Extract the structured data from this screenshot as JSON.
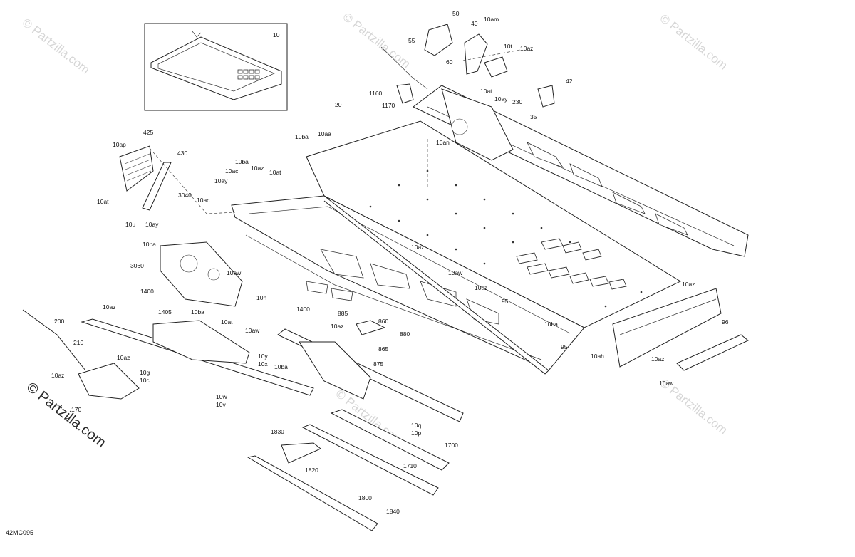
{
  "diagram": {
    "figure_code": "42MC095",
    "watermark_text": "© Partzilla.com",
    "watermark_text_large": "© Partzilla.com",
    "inset_label": "10",
    "callouts": [
      {
        "id": "c50",
        "text": "50"
      },
      {
        "id": "c10am",
        "text": "10am"
      },
      {
        "id": "c55",
        "text": "55"
      },
      {
        "id": "c40",
        "text": "40"
      },
      {
        "id": "c10t",
        "text": "10t"
      },
      {
        "id": "c10az_a",
        "text": "10az"
      },
      {
        "id": "c60",
        "text": "60"
      },
      {
        "id": "c42",
        "text": "42"
      },
      {
        "id": "c1160",
        "text": "1160"
      },
      {
        "id": "c10at_a",
        "text": "10at"
      },
      {
        "id": "c230",
        "text": "230"
      },
      {
        "id": "c10ay_a",
        "text": "10ay"
      },
      {
        "id": "c1170",
        "text": "1170"
      },
      {
        "id": "c35",
        "text": "35"
      },
      {
        "id": "c20",
        "text": "20"
      },
      {
        "id": "c10ba_a",
        "text": "10ba"
      },
      {
        "id": "c10aa",
        "text": "10aa"
      },
      {
        "id": "c10an",
        "text": "10an"
      },
      {
        "id": "c425",
        "text": "425"
      },
      {
        "id": "c10ap",
        "text": "10ap"
      },
      {
        "id": "c430",
        "text": "430"
      },
      {
        "id": "c10ba_b",
        "text": "10ba"
      },
      {
        "id": "c10ac_a",
        "text": "10ac"
      },
      {
        "id": "c10az_b",
        "text": "10az"
      },
      {
        "id": "c10at_b",
        "text": "10at"
      },
      {
        "id": "c10ay_b",
        "text": "10ay"
      },
      {
        "id": "c3040",
        "text": "3040"
      },
      {
        "id": "c10ac_b",
        "text": "10ac"
      },
      {
        "id": "c10at_c",
        "text": "10at"
      },
      {
        "id": "c10u",
        "text": "10u"
      },
      {
        "id": "c10ay_c",
        "text": "10ay"
      },
      {
        "id": "c10ba_c",
        "text": "10ba"
      },
      {
        "id": "c3060",
        "text": "3060"
      },
      {
        "id": "c10aw_a",
        "text": "10aw"
      },
      {
        "id": "c10az_c",
        "text": "10az"
      },
      {
        "id": "c1400_a",
        "text": "1400"
      },
      {
        "id": "c10aw_b",
        "text": "10aw"
      },
      {
        "id": "c10n",
        "text": "10n"
      },
      {
        "id": "c10az_d",
        "text": "10az"
      },
      {
        "id": "c10az_e",
        "text": "10az"
      },
      {
        "id": "c1405",
        "text": "1405"
      },
      {
        "id": "c1400_b",
        "text": "1400"
      },
      {
        "id": "c95_a",
        "text": "95"
      },
      {
        "id": "c885",
        "text": "885"
      },
      {
        "id": "c10ba_d",
        "text": "10ba"
      },
      {
        "id": "c10at_d",
        "text": "10at"
      },
      {
        "id": "c200",
        "text": "200"
      },
      {
        "id": "c860",
        "text": "860"
      },
      {
        "id": "c10az_f",
        "text": "10az"
      },
      {
        "id": "c880",
        "text": "880"
      },
      {
        "id": "c865",
        "text": "865"
      },
      {
        "id": "c10aw_c",
        "text": "10aw"
      },
      {
        "id": "c10ba_e",
        "text": "10ba"
      },
      {
        "id": "c95_b",
        "text": "95"
      },
      {
        "id": "c96",
        "text": "96"
      },
      {
        "id": "c210",
        "text": "210"
      },
      {
        "id": "c10az_g",
        "text": "10az"
      },
      {
        "id": "c10y",
        "text": "10y"
      },
      {
        "id": "c10x",
        "text": "10x"
      },
      {
        "id": "c875",
        "text": "875"
      },
      {
        "id": "c10ah",
        "text": "10ah"
      },
      {
        "id": "c10az_h",
        "text": "10az"
      },
      {
        "id": "c10az_i",
        "text": "10az"
      },
      {
        "id": "c10ba_f",
        "text": "10ba"
      },
      {
        "id": "c10g",
        "text": "10g"
      },
      {
        "id": "c10c",
        "text": "10c"
      },
      {
        "id": "c10aw_d",
        "text": "10aw"
      },
      {
        "id": "c10az_j",
        "text": "10az"
      },
      {
        "id": "c10w",
        "text": "10w"
      },
      {
        "id": "c10v",
        "text": "10v"
      },
      {
        "id": "c170",
        "text": "170"
      },
      {
        "id": "c5",
        "text": "5"
      },
      {
        "id": "c10q",
        "text": "10q"
      },
      {
        "id": "c10p",
        "text": "10p"
      },
      {
        "id": "c1830",
        "text": "1830"
      },
      {
        "id": "c1700",
        "text": "1700"
      },
      {
        "id": "c1710",
        "text": "1710"
      },
      {
        "id": "c1820",
        "text": "1820"
      },
      {
        "id": "c1800",
        "text": "1800"
      },
      {
        "id": "c1840",
        "text": "1840"
      }
    ]
  }
}
